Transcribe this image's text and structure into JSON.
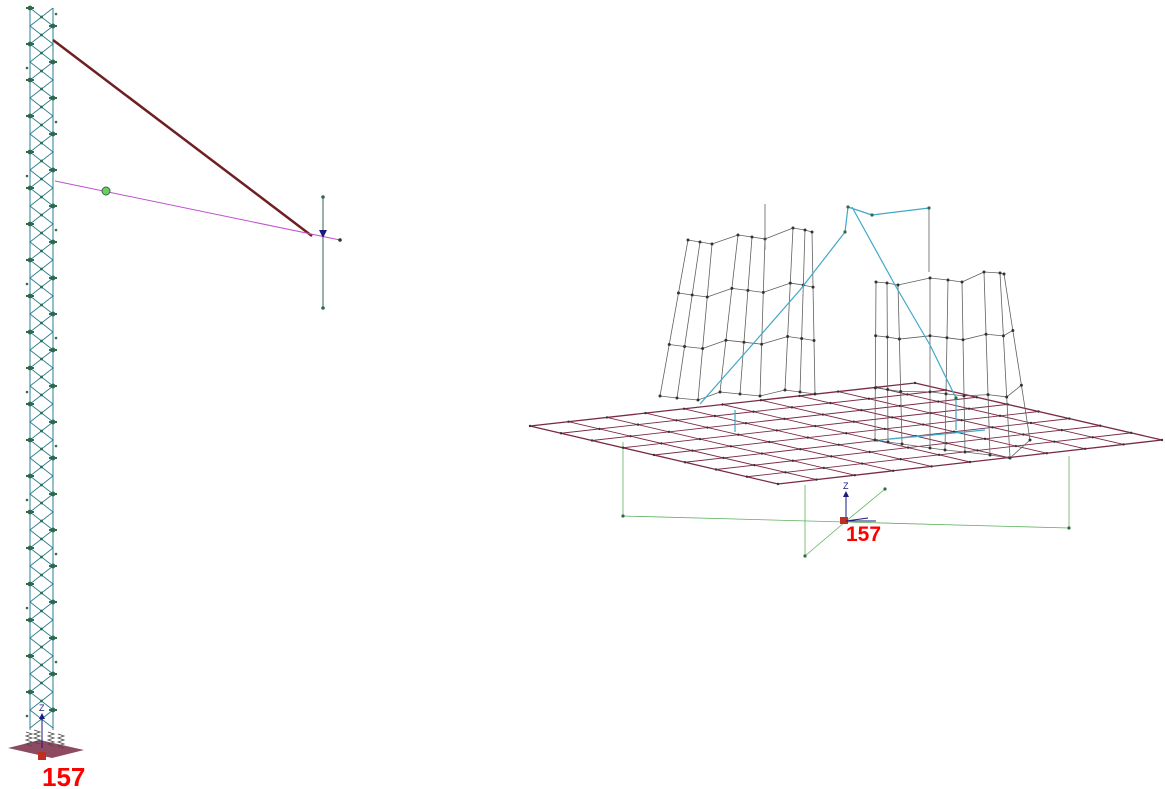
{
  "views": {
    "left_view": {
      "node_label": "157",
      "axis_label": "Z"
    },
    "right_view": {
      "node_label": "157",
      "axis_label": "Z"
    }
  },
  "colors": {
    "background": "#ffffff",
    "lattice_member": "#2a7f90",
    "node": "#2f6a4c",
    "cable": "#6e1f22",
    "stay": "#c050d0",
    "slab_mesh": "#7a2a45",
    "frame_member": "#606060",
    "frame_node": "#333333",
    "brace_member": "#40a8c8",
    "support_line": "#60b060",
    "label": "#ff0000",
    "axis": "#1a1a80"
  }
}
